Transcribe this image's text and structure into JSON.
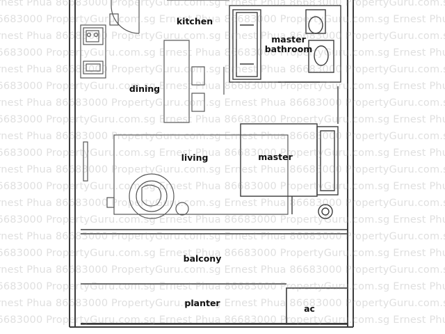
{
  "rooms": {
    "kitchen": "kitchen",
    "master_bathroom_line1": "master",
    "master_bathroom_line2": "bathroom",
    "dining": "dining",
    "living": "living",
    "master": "master",
    "balcony": "balcony",
    "planter": "planter",
    "ac": "ac"
  },
  "watermark": {
    "line_a": "Ernest Phua 86683000 PropertyGuru.com.sg Ernest Phua 86683000 PropertyGuru.com.sg Ernest Phua",
    "line_b": "86683000 PropertyGuru.com.sg Ernest Phua 86683000 PropertyGuru.com.sg Ernest Phua 86683000"
  },
  "colors": {
    "wall": "#3a3a3a",
    "line": "#555555",
    "watermark": "#969696"
  }
}
